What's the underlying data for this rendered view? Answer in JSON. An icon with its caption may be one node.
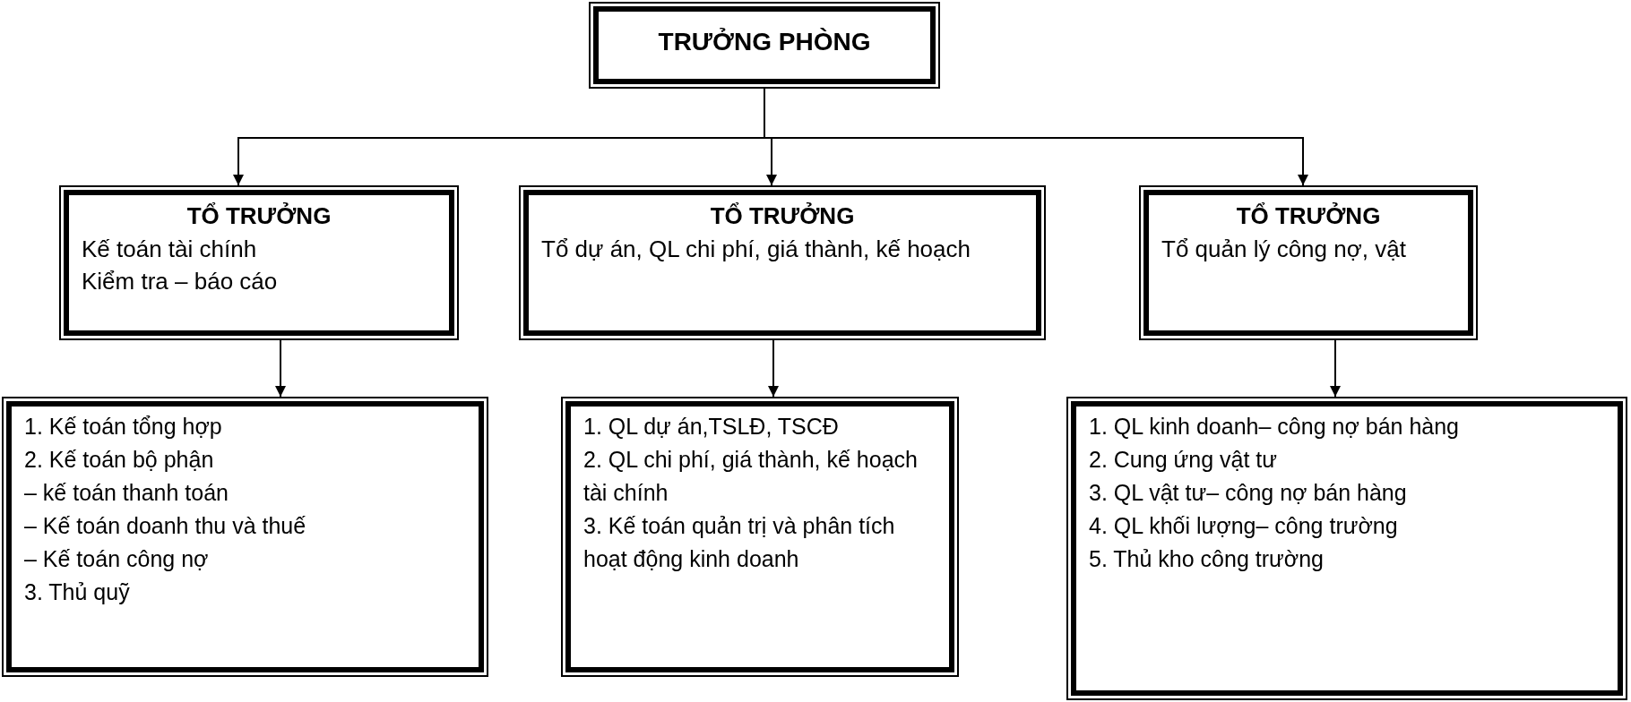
{
  "diagram": {
    "nodes": [
      {
        "text": [
          "TRƯỞNG PHÒNG"
        ]
      },
      {
        "text": [
          "TỔ TRƯỞNG",
          "Kế toán tài chính",
          "Kiểm tra – báo cáo"
        ]
      },
      {
        "text": [
          "TỔ TRƯỞNG",
          "Tổ dự án, QL chi phí, giá thành, kế hoạch"
        ]
      },
      {
        "text": [
          "TỔ TRƯỞNG",
          "Tổ quản lý công nợ, vật"
        ]
      },
      {
        "text": [
          "1. Kế toán tổng hợp",
          "2. Kế toán bộ phận",
          "– kế toán thanh toán",
          "– Kế toán doanh thu và thuế",
          "– Kế toán công nợ",
          "3. Thủ quỹ"
        ]
      },
      {
        "text": [
          "1. QL dự án,TSLĐ, TSCĐ",
          "2. QL chi phí, giá thành, kế hoạch tài chính",
          "3. Kế toán quản trị và phân tích hoạt động kinh doanh"
        ]
      },
      {
        "text": [
          "1. QL kinh doanh– công nợ bán hàng",
          "2. Cung ứng vật tư",
          "3. QL vật tư– công nợ bán hàng",
          "4. QL khối lượng– công trường",
          "5. Thủ kho công trường"
        ]
      }
    ],
    "edges": [
      {
        "from": 0,
        "to": 1,
        "arrow": "to"
      },
      {
        "from": 0,
        "to": 2,
        "arrow": "to"
      },
      {
        "from": 0,
        "to": 3,
        "arrow": "to"
      },
      {
        "from": 1,
        "to": 4,
        "arrow": "to"
      },
      {
        "from": 2,
        "to": 5,
        "arrow": "to"
      },
      {
        "from": 3,
        "to": 6,
        "arrow": "to"
      }
    ]
  }
}
